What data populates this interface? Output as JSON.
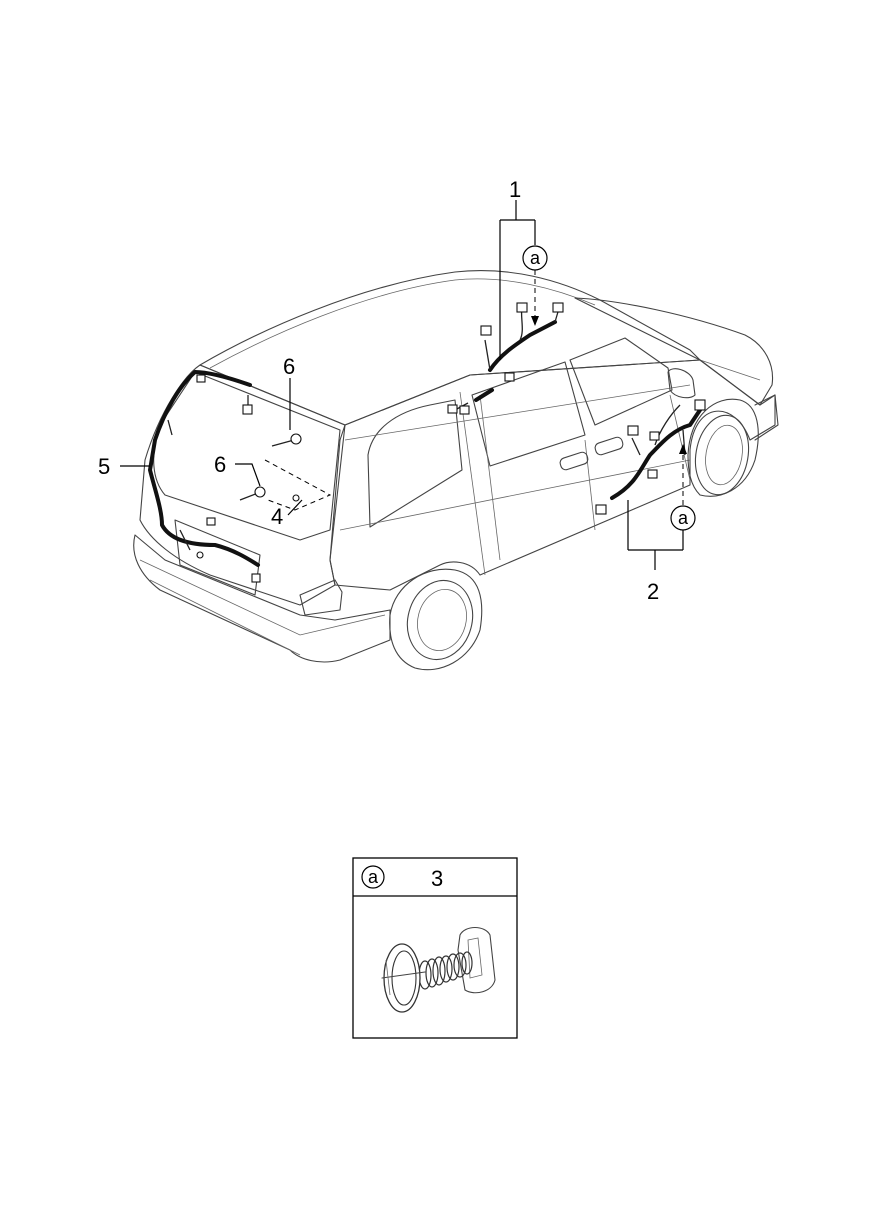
{
  "callouts": {
    "part_1": "1",
    "part_2": "2",
    "part_3": "3",
    "part_4": "4",
    "part_5": "5",
    "part_6_upper": "6",
    "part_6_lower": "6"
  },
  "reference_markers": {
    "upper": "a",
    "lower": "a",
    "detail": "a"
  }
}
